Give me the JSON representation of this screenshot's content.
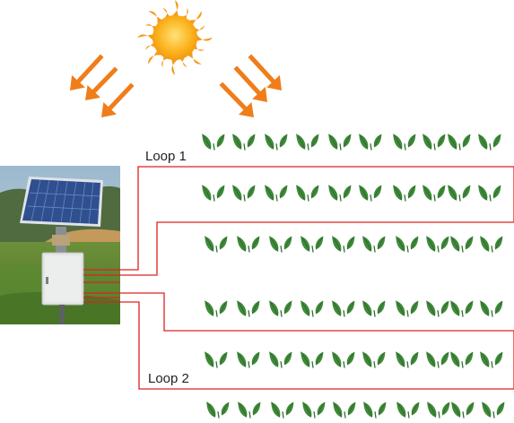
{
  "loops": [
    {
      "label": "Loop 1"
    },
    {
      "label": "Loop 2"
    }
  ],
  "icons": {
    "sun": "sun-icon",
    "sunlight_arrows": "sunlight-arrow-icon",
    "plant": "plant-leaf-icon",
    "solar_panel": "solar-panel-icon",
    "controller": "controller-box-icon"
  },
  "colors": {
    "wire": "#e02020",
    "arrow": "#f07d1a",
    "sun_body": "#fbb11a",
    "sun_ray": "#f59a1a",
    "leaf": "#3f8a3a",
    "leaf_dark": "#2e6a2b",
    "panel": "#2f4f8f",
    "box": "#e3e4e3"
  },
  "plant_rows": 6,
  "plants_per_row": 10
}
